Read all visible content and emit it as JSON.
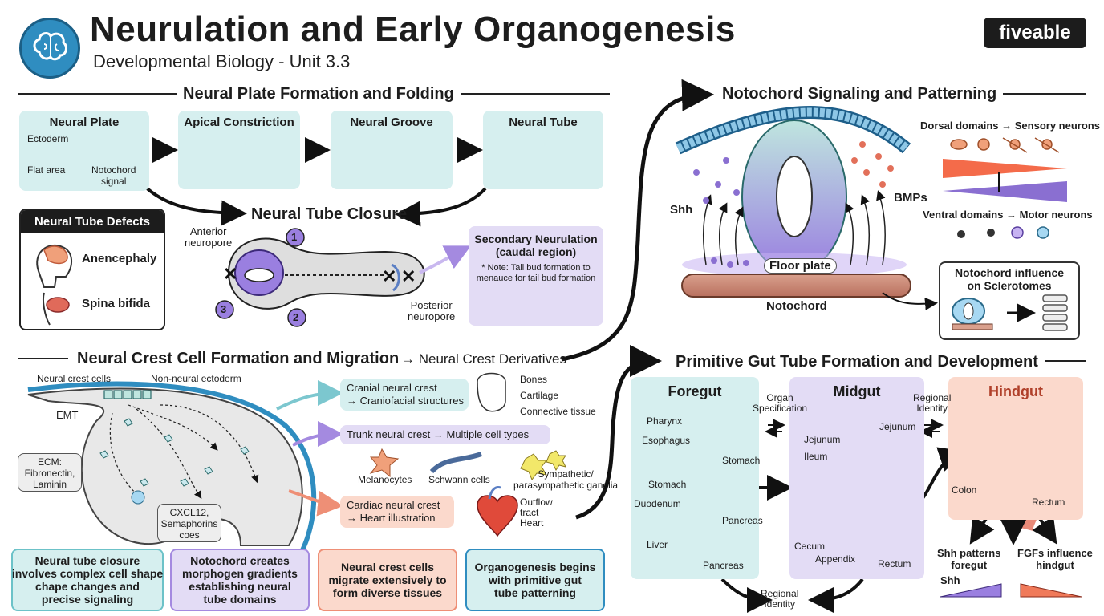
{
  "header": {
    "title": "Neurulation and Early Organogenesis",
    "subtitle": "Developmental Biology - Unit 3.3",
    "brand": "fiveable"
  },
  "sections": {
    "neural_plate": "Neural Plate Formation and Folding",
    "notochord": "Notochord Signaling and Patterning",
    "neural_crest": "Neural Crest Cell Formation and Migration",
    "neural_crest_derivatives": "→ Neural Crest Derivatives",
    "gut": "Primitive Gut Tube Formation and Development"
  },
  "folding": {
    "stages": [
      "Neural Plate",
      "Apical Constriction",
      "Neural Groove",
      "Neural Tube"
    ],
    "ectoderm": "Ectoderm",
    "flat_area": "Flat area",
    "notochord_signal": "Notochord\nsignal"
  },
  "defects": {
    "title": "Neural Tube Defects",
    "items": [
      "Anencephaly",
      "Spina bifida"
    ]
  },
  "closure": {
    "title": "Neural Tube Closure",
    "anterior": "Anterior\nneuropore",
    "posterior": "Posterior\nneuropore",
    "markers": [
      "1",
      "2",
      "3"
    ]
  },
  "secondary": {
    "title": "Secondary Neurulation\n(caudal region)",
    "note": "* Note: Tail bud formation to\nmenauce for tail bud formation"
  },
  "notochord_panel": {
    "dorsal": "Dorsal domains → Sensory neurons",
    "ventral": "Ventral domains → Motor neurons",
    "shh": "Shh",
    "bmps": "BMPs",
    "floor_plate": "Floor plate",
    "notochord": "Notochord",
    "sclerotome_title": "Notochord influence\non Sclerotomes"
  },
  "crest": {
    "neural_crest_cells": "Neural crest cells",
    "non_neural": "Non-neural ectoderm",
    "emt": "EMT",
    "ecm": "ECM:\nFibronectin,\nLaminin",
    "cxcl": "CXCL12,\nSemaphorins\ncoes",
    "cranial": "Cranial neural crest\n→ Craniofacial structures",
    "cranial_derivs": [
      "Bones",
      "Cartilage",
      "Connective tissue"
    ],
    "trunk": "Trunk neural crest → Multiple cell types",
    "trunk_derivs": [
      "Melanocytes",
      "Schwann cells",
      "Sympathetic/\nparasympathetic ganglia"
    ],
    "cardiac": "Cardiac neural crest\n→ Heart illustration",
    "cardiac_derivs": "Outflow\ntract\nHeart"
  },
  "gut": {
    "foregut": "Foregut",
    "midgut": "Midgut",
    "hindgut": "Hindgut",
    "organ_spec": "Organ\nSpecification",
    "regional_identity": "Regional\nIdentity",
    "bottom_identity": "Regional\nIdentity",
    "foregut_labels": [
      "Pharynx",
      "Esophagus",
      "Stomach",
      "Stomach",
      "Duodenum",
      "Pancreas",
      "Liver",
      "Pancreas"
    ],
    "midgut_labels": [
      "Jejunum",
      "Jejunum",
      "Ileum",
      "Cecum",
      "Appendix",
      "Rectum"
    ],
    "hindgut_labels": [
      "Colon",
      "Rectum"
    ],
    "shh_patterns": "Shh patterns\nforegut",
    "fgfs": "FGFs influence\nhindgut",
    "shh": "Shh"
  },
  "summary": [
    "Neural tube closure\ninvolves complex cell shape\nchape changes and\nprecise signaling",
    "Notochord creates\nmorphogen gradients\nestablishing neural\ntube domains",
    "Neural crest cells\nmigrate extensively to\nform diverse tissues",
    "Organogenesis begins\nwith primitive gut\ntube patterning"
  ],
  "colors": {
    "teal": "#d6efef",
    "purple": "#e3dcf5",
    "salmon": "#fbd9cc",
    "accent_blue": "#2f8dc0",
    "neural_purple": "#8a6fd1",
    "gut_pink": "#e98a78"
  }
}
